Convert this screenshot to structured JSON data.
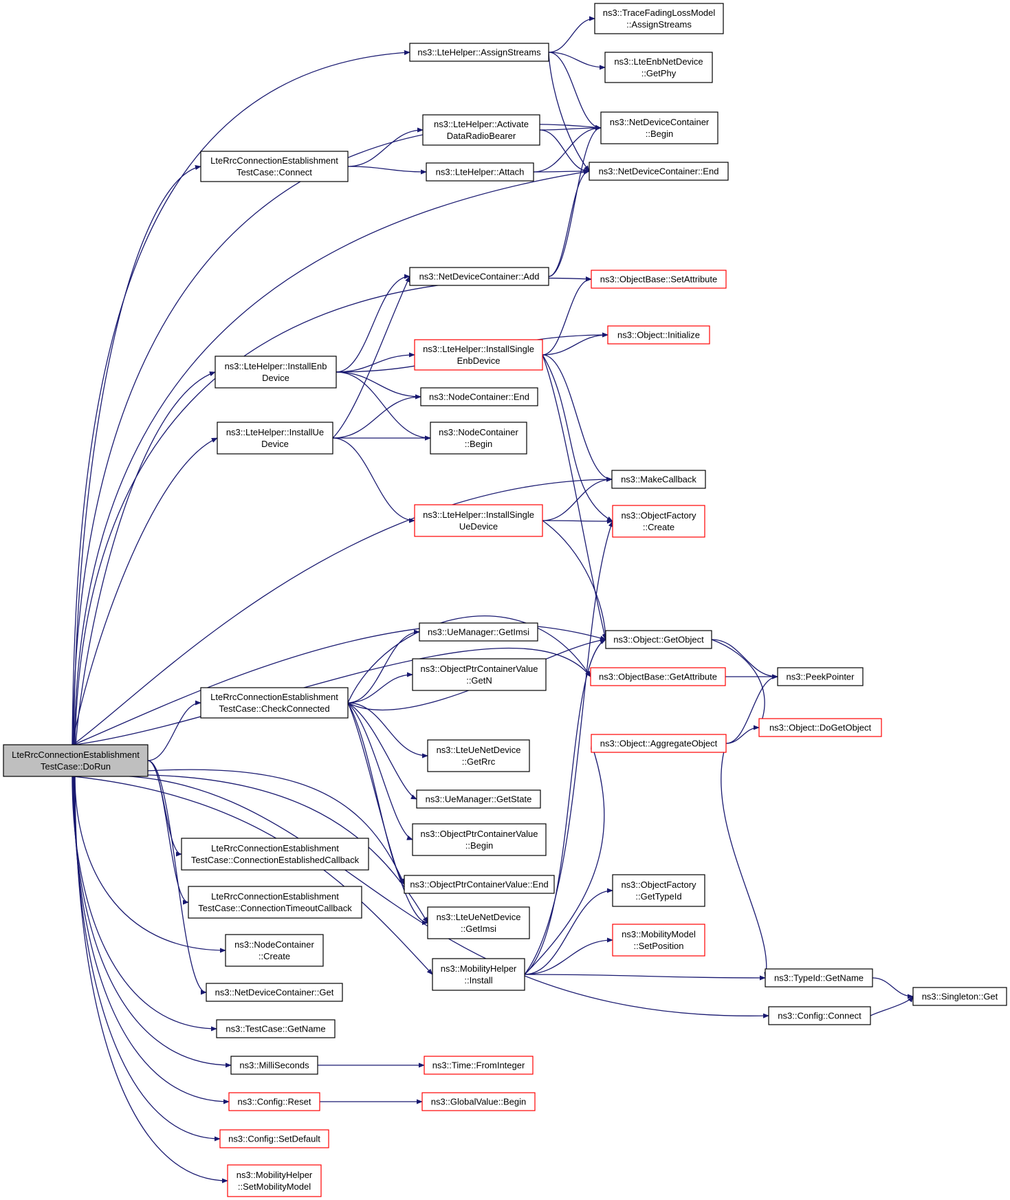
{
  "colors": {
    "edge": "#191970",
    "border": "#000000",
    "highlight_border": "#ff0000",
    "root_fill": "#bfbfbf",
    "background": "#ffffff"
  },
  "nodes": [
    {
      "id": "dorun",
      "lines": [
        "LteRrcConnectionEstablishment",
        "TestCase::DoRun"
      ],
      "style": "root"
    },
    {
      "id": "connect",
      "lines": [
        "LteRrcConnectionEstablishment",
        "TestCase::Connect"
      ],
      "style": "black"
    },
    {
      "id": "checkconnected",
      "lines": [
        "LteRrcConnectionEstablishment",
        "TestCase::CheckConnected"
      ],
      "style": "black"
    },
    {
      "id": "connestcb",
      "lines": [
        "LteRrcConnectionEstablishment",
        "TestCase::ConnectionEstablishedCallback"
      ],
      "style": "black"
    },
    {
      "id": "conntimeoutcb",
      "lines": [
        "LteRrcConnectionEstablishment",
        "TestCase::ConnectionTimeoutCallback"
      ],
      "style": "black"
    },
    {
      "id": "installenb",
      "lines": [
        "ns3::LteHelper::InstallEnb",
        "Device"
      ],
      "style": "black"
    },
    {
      "id": "installue",
      "lines": [
        "ns3::LteHelper::InstallUe",
        "Device"
      ],
      "style": "black"
    },
    {
      "id": "nc_create",
      "lines": [
        "ns3::NodeContainer",
        "::Create"
      ],
      "style": "black"
    },
    {
      "id": "ndc_get",
      "lines": [
        "ns3::NetDeviceContainer::Get"
      ],
      "style": "black"
    },
    {
      "id": "tc_getname",
      "lines": [
        "ns3::TestCase::GetName"
      ],
      "style": "black"
    },
    {
      "id": "milliseconds",
      "lines": [
        "ns3::MilliSeconds"
      ],
      "style": "black"
    },
    {
      "id": "config_reset",
      "lines": [
        "ns3::Config::Reset"
      ],
      "style": "red"
    },
    {
      "id": "config_setdefault",
      "lines": [
        "ns3::Config::SetDefault"
      ],
      "style": "red"
    },
    {
      "id": "mh_setmobility",
      "lines": [
        "ns3::MobilityHelper",
        "::SetMobilityModel"
      ],
      "style": "red"
    },
    {
      "id": "assignstreams",
      "lines": [
        "ns3::LteHelper::AssignStreams"
      ],
      "style": "black"
    },
    {
      "id": "activate",
      "lines": [
        "ns3::LteHelper::Activate",
        "DataRadioBearer"
      ],
      "style": "black"
    },
    {
      "id": "attach",
      "lines": [
        "ns3::LteHelper::Attach"
      ],
      "style": "black"
    },
    {
      "id": "ndc_add",
      "lines": [
        "ns3::NetDeviceContainer::Add"
      ],
      "style": "black"
    },
    {
      "id": "installsingleenb",
      "lines": [
        "ns3::LteHelper::InstallSingle",
        "EnbDevice"
      ],
      "style": "red"
    },
    {
      "id": "nc_end",
      "lines": [
        "ns3::NodeContainer::End"
      ],
      "style": "black"
    },
    {
      "id": "nc_begin",
      "lines": [
        "ns3::NodeContainer",
        "::Begin"
      ],
      "style": "black"
    },
    {
      "id": "installsingleue",
      "lines": [
        "ns3::LteHelper::InstallSingle",
        "UeDevice"
      ],
      "style": "red"
    },
    {
      "id": "uem_getimsi",
      "lines": [
        "ns3::UeManager::GetImsi"
      ],
      "style": "black"
    },
    {
      "id": "opcv_getn",
      "lines": [
        "ns3::ObjectPtrContainerValue",
        "::GetN"
      ],
      "style": "black"
    },
    {
      "id": "ueNet_getrrc",
      "lines": [
        "ns3::LteUeNetDevice",
        "::GetRrc"
      ],
      "style": "black"
    },
    {
      "id": "uem_getstate",
      "lines": [
        "ns3::UeManager::GetState"
      ],
      "style": "black"
    },
    {
      "id": "opcv_begin",
      "lines": [
        "ns3::ObjectPtrContainerValue",
        "::Begin"
      ],
      "style": "black"
    },
    {
      "id": "opcv_end",
      "lines": [
        "ns3::ObjectPtrContainerValue::End"
      ],
      "style": "black"
    },
    {
      "id": "ueNet_getimsi",
      "lines": [
        "ns3::LteUeNetDevice",
        "::GetImsi"
      ],
      "style": "black"
    },
    {
      "id": "mh_install",
      "lines": [
        "ns3::MobilityHelper",
        "::Install"
      ],
      "style": "black"
    },
    {
      "id": "time_fromint",
      "lines": [
        "ns3::Time::FromInteger"
      ],
      "style": "red"
    },
    {
      "id": "gv_begin",
      "lines": [
        "ns3::GlobalValue::Begin"
      ],
      "style": "red"
    },
    {
      "id": "tracefading",
      "lines": [
        "ns3::TraceFadingLossModel",
        "::AssignStreams"
      ],
      "style": "black"
    },
    {
      "id": "enbnet_getphy",
      "lines": [
        "ns3::LteEnbNetDevice",
        "::GetPhy"
      ],
      "style": "black"
    },
    {
      "id": "ndc_begin",
      "lines": [
        "ns3::NetDeviceContainer",
        "::Begin"
      ],
      "style": "black"
    },
    {
      "id": "ndc_end",
      "lines": [
        "ns3::NetDeviceContainer::End"
      ],
      "style": "black"
    },
    {
      "id": "ob_setattr",
      "lines": [
        "ns3::ObjectBase::SetAttribute"
      ],
      "style": "red"
    },
    {
      "id": "obj_init",
      "lines": [
        "ns3::Object::Initialize"
      ],
      "style": "red"
    },
    {
      "id": "makecallback",
      "lines": [
        "ns3::MakeCallback"
      ],
      "style": "black"
    },
    {
      "id": "of_create",
      "lines": [
        "ns3::ObjectFactory",
        "::Create"
      ],
      "style": "red"
    },
    {
      "id": "obj_getobject",
      "lines": [
        "ns3::Object::GetObject"
      ],
      "style": "black"
    },
    {
      "id": "ob_getattr",
      "lines": [
        "ns3::ObjectBase::GetAttribute"
      ],
      "style": "red"
    },
    {
      "id": "obj_aggregate",
      "lines": [
        "ns3::Object::AggregateObject"
      ],
      "style": "red"
    },
    {
      "id": "of_gettypeid",
      "lines": [
        "ns3::ObjectFactory",
        "::GetTypeId"
      ],
      "style": "black"
    },
    {
      "id": "mm_setpos",
      "lines": [
        "ns3::MobilityModel",
        "::SetPosition"
      ],
      "style": "red"
    },
    {
      "id": "peekpointer",
      "lines": [
        "ns3::PeekPointer"
      ],
      "style": "black"
    },
    {
      "id": "obj_dogetobject",
      "lines": [
        "ns3::Object::DoGetObject"
      ],
      "style": "red"
    },
    {
      "id": "typeid_getname",
      "lines": [
        "ns3::TypeId::GetName"
      ],
      "style": "black"
    },
    {
      "id": "config_connect",
      "lines": [
        "ns3::Config::Connect"
      ],
      "style": "black"
    },
    {
      "id": "singleton_get",
      "lines": [
        "ns3::Singleton::Get"
      ],
      "style": "black"
    }
  ],
  "edges": [
    [
      "dorun",
      "assignstreams"
    ],
    [
      "dorun",
      "ndc_begin"
    ],
    [
      "dorun",
      "connect"
    ],
    [
      "dorun",
      "ndc_end"
    ],
    [
      "dorun",
      "ob_setattr"
    ],
    [
      "dorun",
      "installenb"
    ],
    [
      "dorun",
      "installue"
    ],
    [
      "dorun",
      "makecallback"
    ],
    [
      "dorun",
      "obj_getobject"
    ],
    [
      "dorun",
      "ob_getattr"
    ],
    [
      "dorun",
      "checkconnected"
    ],
    [
      "dorun",
      "opcv_end"
    ],
    [
      "dorun",
      "ueNet_getimsi"
    ],
    [
      "dorun",
      "mh_install"
    ],
    [
      "dorun",
      "connestcb"
    ],
    [
      "dorun",
      "conntimeoutcb"
    ],
    [
      "dorun",
      "nc_create"
    ],
    [
      "dorun",
      "ndc_get"
    ],
    [
      "dorun",
      "tc_getname"
    ],
    [
      "dorun",
      "milliseconds"
    ],
    [
      "dorun",
      "config_reset"
    ],
    [
      "dorun",
      "config_setdefault"
    ],
    [
      "dorun",
      "mh_setmobility"
    ],
    [
      "dorun",
      "config_connect"
    ],
    [
      "assignstreams",
      "tracefading"
    ],
    [
      "assignstreams",
      "enbnet_getphy"
    ],
    [
      "assignstreams",
      "ndc_begin"
    ],
    [
      "assignstreams",
      "ndc_end"
    ],
    [
      "connect",
      "activate"
    ],
    [
      "connect",
      "attach"
    ],
    [
      "activate",
      "ndc_begin"
    ],
    [
      "activate",
      "ndc_end"
    ],
    [
      "attach",
      "ndc_begin"
    ],
    [
      "attach",
      "ndc_end"
    ],
    [
      "ndc_add",
      "ndc_begin"
    ],
    [
      "ndc_add",
      "ndc_end"
    ],
    [
      "installenb",
      "ndc_add"
    ],
    [
      "installenb",
      "obj_init"
    ],
    [
      "installenb",
      "installsingleenb"
    ],
    [
      "installenb",
      "nc_end"
    ],
    [
      "installenb",
      "nc_begin"
    ],
    [
      "installue",
      "ndc_add"
    ],
    [
      "installue",
      "nc_end"
    ],
    [
      "installue",
      "nc_begin"
    ],
    [
      "installue",
      "installsingleue"
    ],
    [
      "installsingleenb",
      "ob_setattr"
    ],
    [
      "installsingleenb",
      "obj_init"
    ],
    [
      "installsingleenb",
      "makecallback"
    ],
    [
      "installsingleenb",
      "of_create"
    ],
    [
      "installsingleenb",
      "obj_getobject"
    ],
    [
      "installsingleue",
      "makecallback"
    ],
    [
      "installsingleue",
      "of_create"
    ],
    [
      "installsingleue",
      "obj_getobject"
    ],
    [
      "checkconnected",
      "uem_getimsi"
    ],
    [
      "checkconnected",
      "opcv_getn"
    ],
    [
      "checkconnected",
      "ueNet_getrrc"
    ],
    [
      "checkconnected",
      "uem_getstate"
    ],
    [
      "checkconnected",
      "opcv_begin"
    ],
    [
      "checkconnected",
      "opcv_end"
    ],
    [
      "checkconnected",
      "ueNet_getimsi"
    ],
    [
      "checkconnected",
      "obj_getobject"
    ],
    [
      "checkconnected",
      "ob_getattr"
    ],
    [
      "milliseconds",
      "time_fromint"
    ],
    [
      "config_reset",
      "gv_begin"
    ],
    [
      "mh_install",
      "of_gettypeid"
    ],
    [
      "mh_install",
      "mm_setpos"
    ],
    [
      "mh_install",
      "typeid_getname"
    ],
    [
      "mh_install",
      "obj_aggregate"
    ],
    [
      "mh_install",
      "of_create"
    ],
    [
      "mh_install",
      "obj_getobject"
    ],
    [
      "obj_getobject",
      "peekpointer"
    ],
    [
      "obj_getobject",
      "obj_dogetobject"
    ],
    [
      "ob_getattr",
      "peekpointer"
    ],
    [
      "obj_aggregate",
      "obj_dogetobject"
    ],
    [
      "obj_aggregate",
      "peekpointer"
    ],
    [
      "obj_aggregate",
      "typeid_getname"
    ],
    [
      "typeid_getname",
      "singleton_get"
    ],
    [
      "config_connect",
      "singleton_get"
    ]
  ]
}
